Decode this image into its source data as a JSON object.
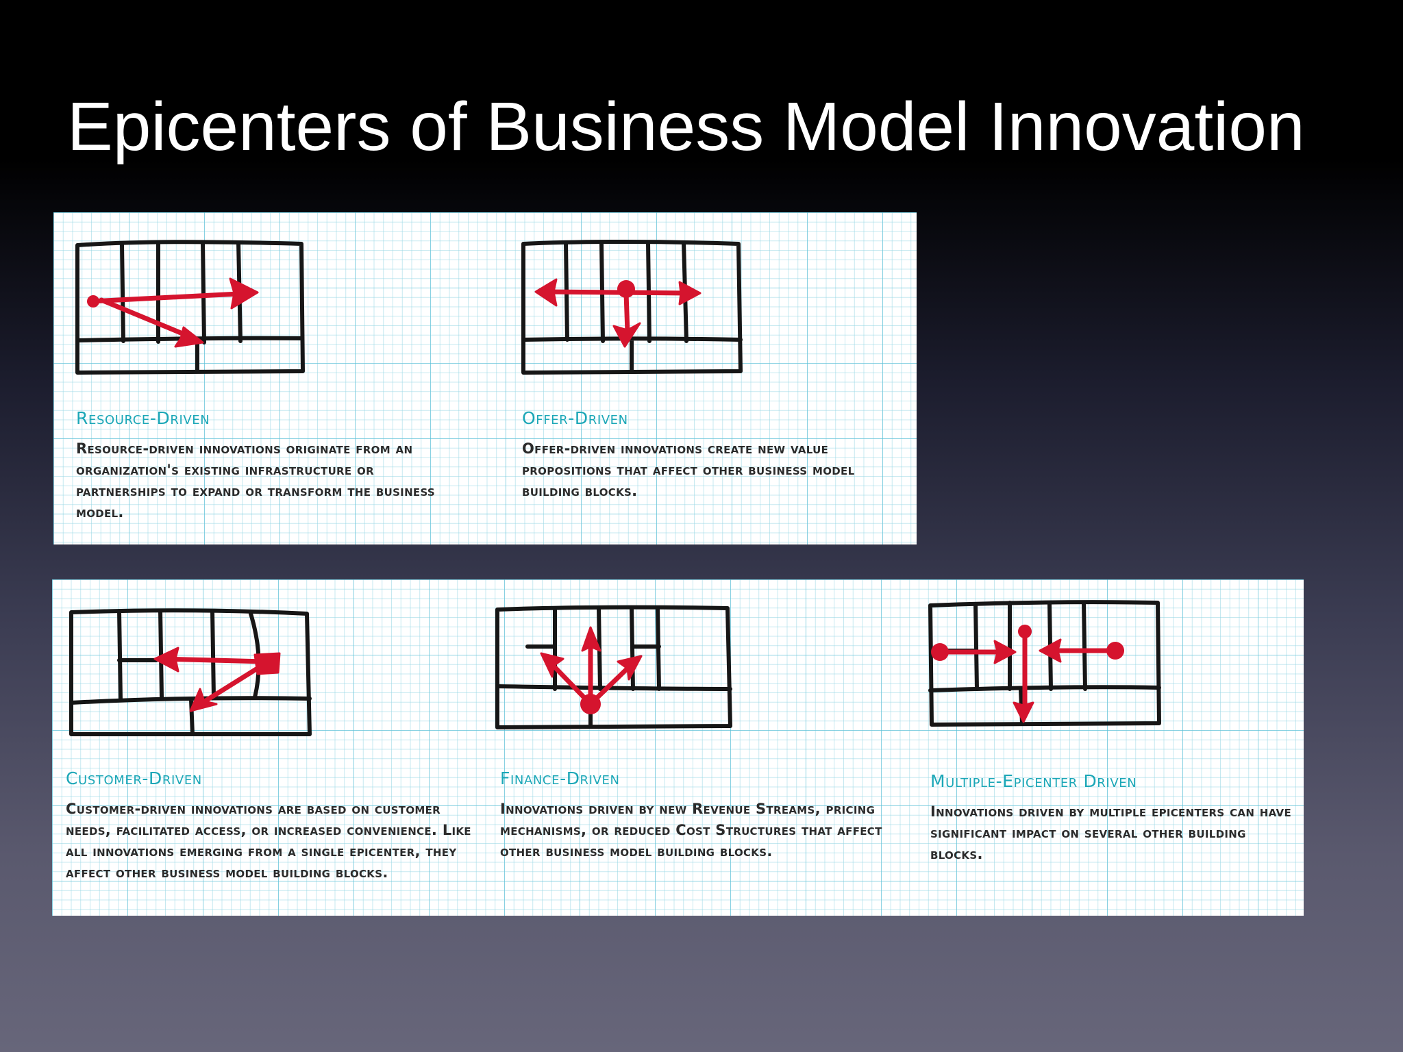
{
  "slide": {
    "title": "Epicenters of Business Model Innovation"
  },
  "colors": {
    "heading_accent": "#1ba7b7",
    "arrow_red": "#d5142e",
    "grid_blue": "#56bed6",
    "ink": "#161616"
  },
  "epicenters": [
    {
      "title": "Resource-Driven",
      "description": "Resource-driven innovations originate from an organization's existing infrastructure or partnerships to expand or transform the business model."
    },
    {
      "title": "Offer-Driven",
      "description": "Offer-driven innovations create new value propositions that affect other business model building blocks."
    },
    {
      "title": "Customer-Driven",
      "description": "Customer-driven innovations are based on customer needs, facilitated access, or increased convenience. Like all innovations emerging from a single epicenter, they affect other business model building blocks."
    },
    {
      "title": "Finance-Driven",
      "description": "Innovations driven by new Revenue Streams, pricing mechanisms, or reduced Cost Structures that affect other business model building blocks."
    },
    {
      "title": "Multiple-Epicenter Driven",
      "description": "Innovations driven by multiple epicenters can have significant impact on several other building blocks."
    }
  ]
}
